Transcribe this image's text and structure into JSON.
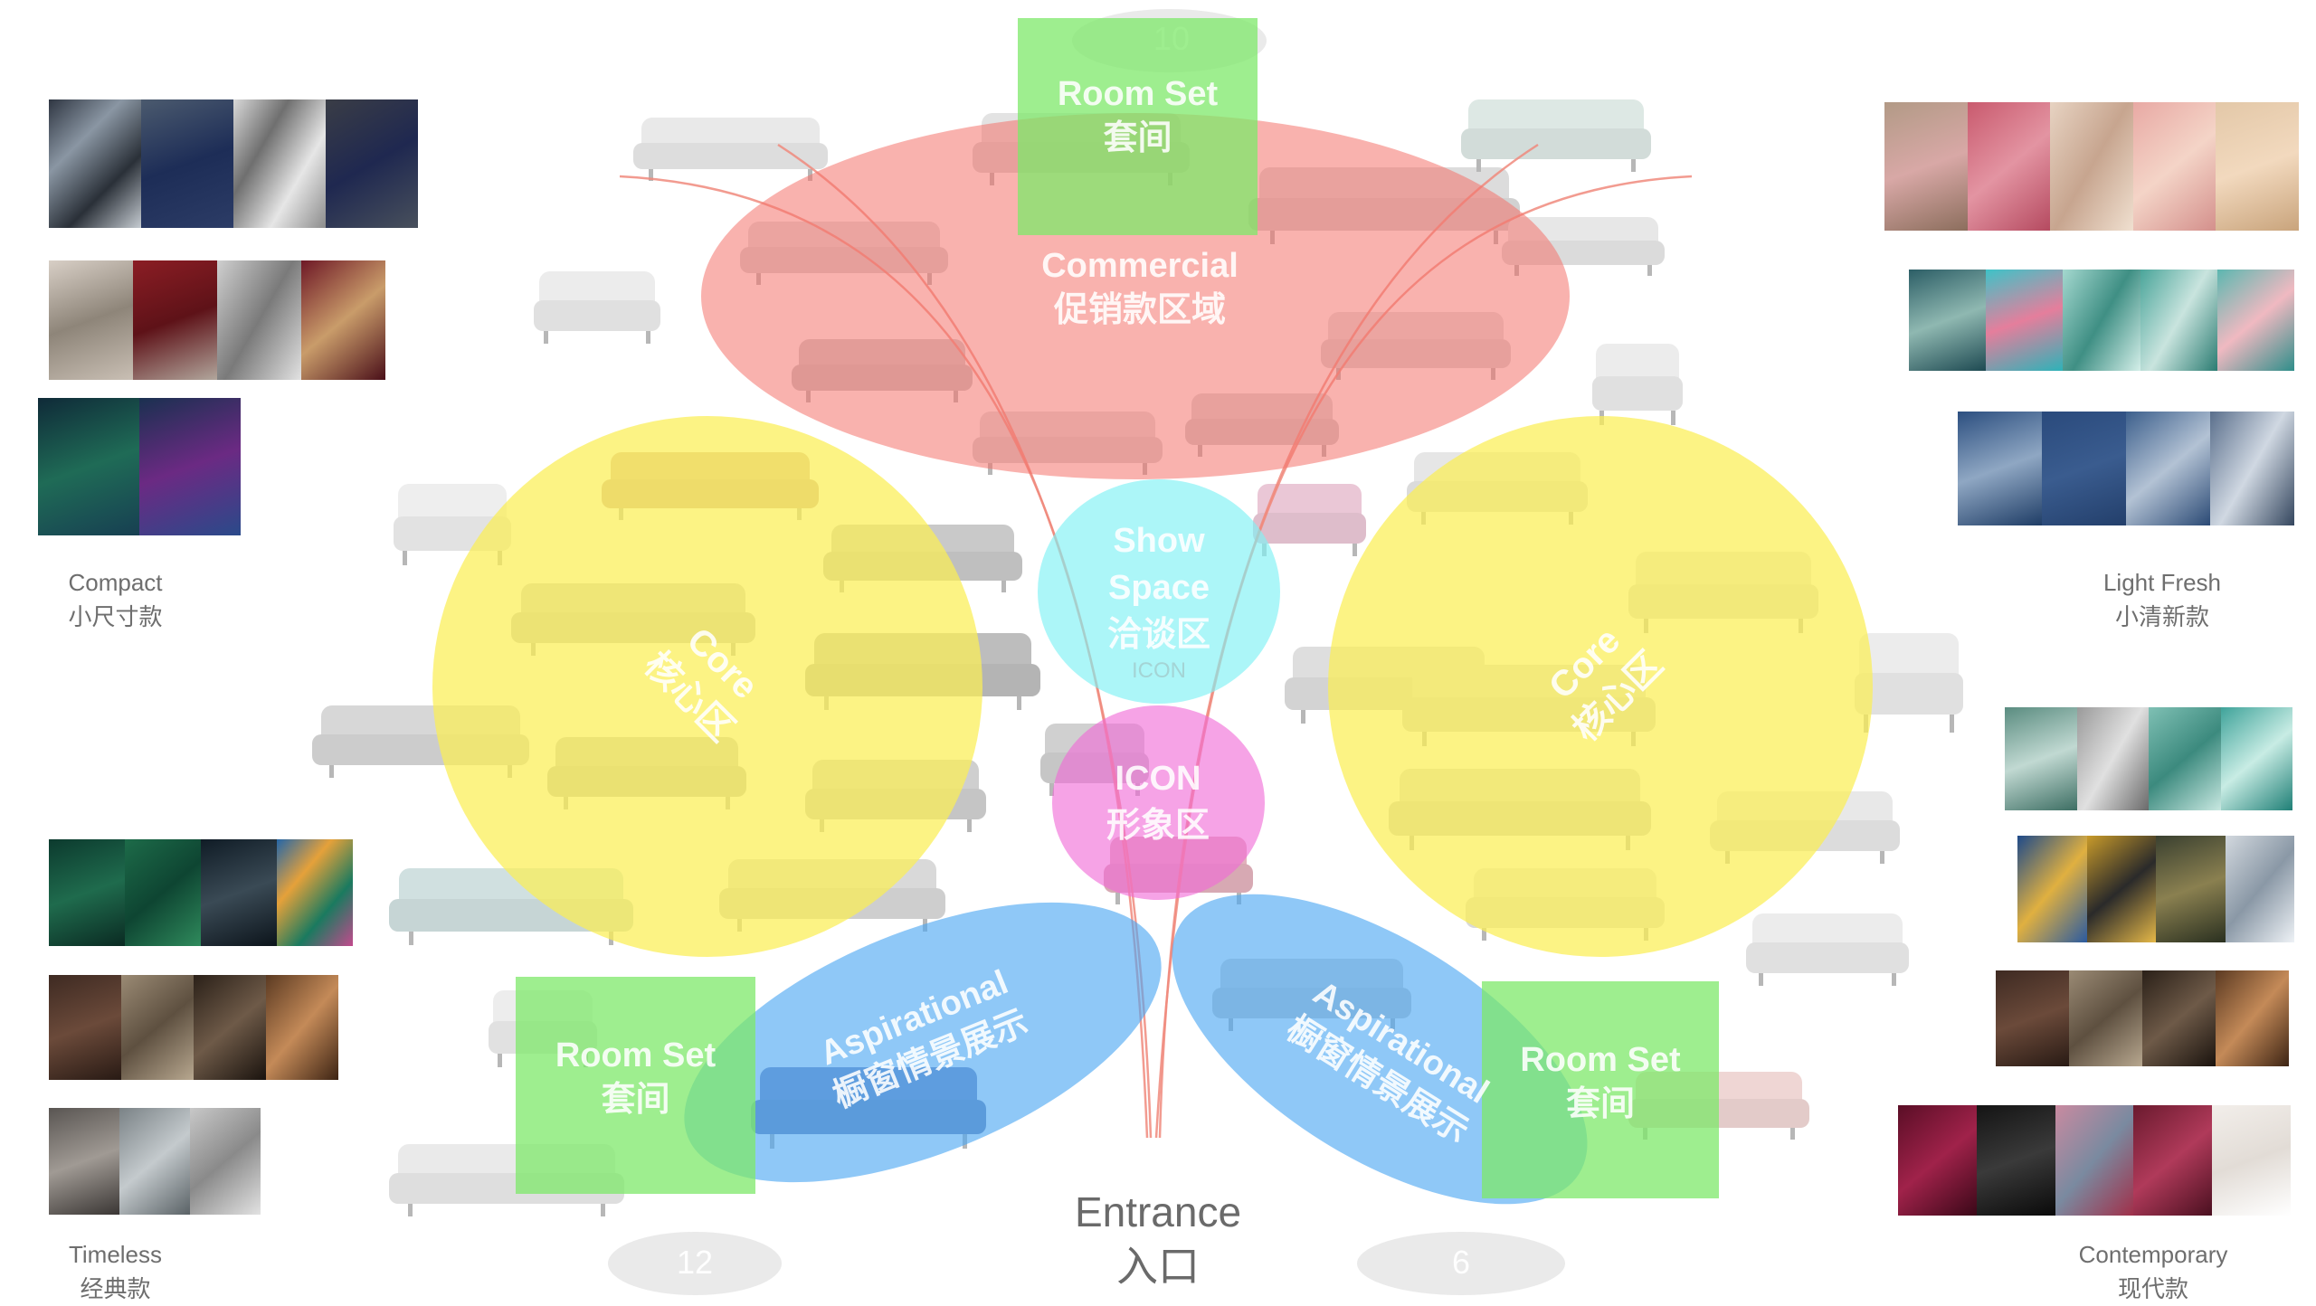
{
  "zones": {
    "commercial": {
      "en": "Commercial",
      "zh": "促销款区域",
      "color": "#f4736b"
    },
    "room_set_top": {
      "en": "Room Set",
      "zh": "套间",
      "count": "10",
      "color": "#7ee86a"
    },
    "show_space": {
      "en": "Show Space",
      "zh": "洽谈区",
      "color": "#7ff1f4",
      "faint": "ICON"
    },
    "icon": {
      "en": "ICON",
      "zh": "形象区",
      "color": "#f16ad6"
    },
    "core_left": {
      "en": "Core",
      "zh": "核心区",
      "color": "#fbee54"
    },
    "core_right": {
      "en": "Core",
      "zh": "核心区",
      "color": "#fbee54"
    },
    "aspirational_left": {
      "en": "Aspirational",
      "zh": "橱窗情景展示",
      "color": "#4aa6f2"
    },
    "aspirational_right": {
      "en": "Aspirational",
      "zh": "橱窗情景展示",
      "color": "#4aa6f2"
    },
    "room_set_left": {
      "en": "Room Set",
      "zh": "套间",
      "count": "12",
      "color": "#7ee86a"
    },
    "room_set_right": {
      "en": "Room Set",
      "zh": "套间",
      "count": "6",
      "color": "#7ee86a"
    }
  },
  "entrance": {
    "en": "Entrance",
    "zh": "入口"
  },
  "styles": {
    "compact": {
      "en": "Compact",
      "zh": "小尺寸款"
    },
    "light_fresh": {
      "en": "Light Fresh",
      "zh": "小清新款"
    },
    "timeless": {
      "en": "Timeless",
      "zh": "经典款"
    },
    "contemporary": {
      "en": "Contemporary",
      "zh": "现代款"
    }
  }
}
